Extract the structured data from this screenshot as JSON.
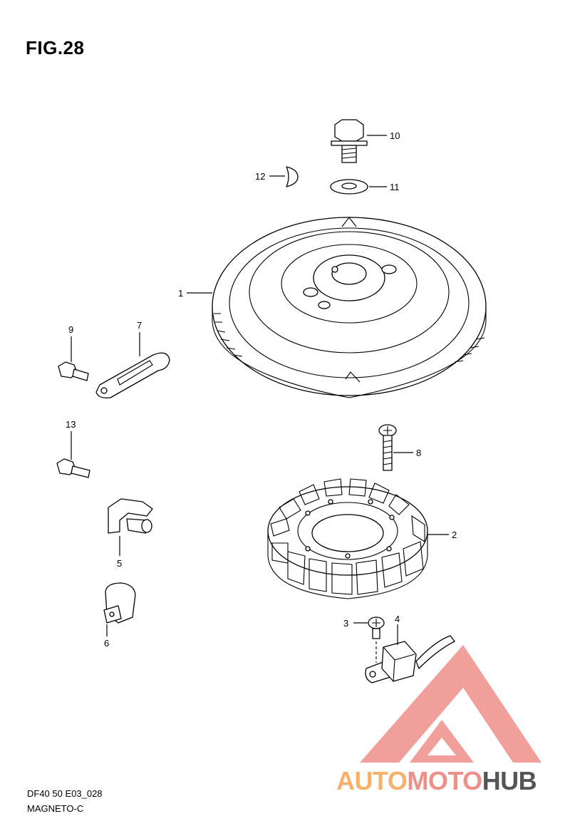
{
  "figure": {
    "title": "FIG.28"
  },
  "footer": {
    "code": "DF40 50 E03_028",
    "name": "MAGNETO-C"
  },
  "watermark": {
    "parts": [
      "AUTO",
      "MOTO",
      "HUB"
    ],
    "colors": {
      "auto": "#f6b26b",
      "moto": "#ef8f8a",
      "hub": "#555555",
      "logo": "#ef8f8a"
    }
  },
  "callouts": [
    {
      "id": "1",
      "part": "flywheel"
    },
    {
      "id": "2",
      "part": "stator"
    },
    {
      "id": "3",
      "part": "screw"
    },
    {
      "id": "4",
      "part": "pulser-coil"
    },
    {
      "id": "5",
      "part": "sensor"
    },
    {
      "id": "6",
      "part": "clamp"
    },
    {
      "id": "7",
      "part": "bracket"
    },
    {
      "id": "8",
      "part": "stator-bolt"
    },
    {
      "id": "9",
      "part": "bolt"
    },
    {
      "id": "10",
      "part": "flywheel-bolt"
    },
    {
      "id": "11",
      "part": "washer"
    },
    {
      "id": "12",
      "part": "key"
    },
    {
      "id": "13",
      "part": "bolt"
    }
  ]
}
